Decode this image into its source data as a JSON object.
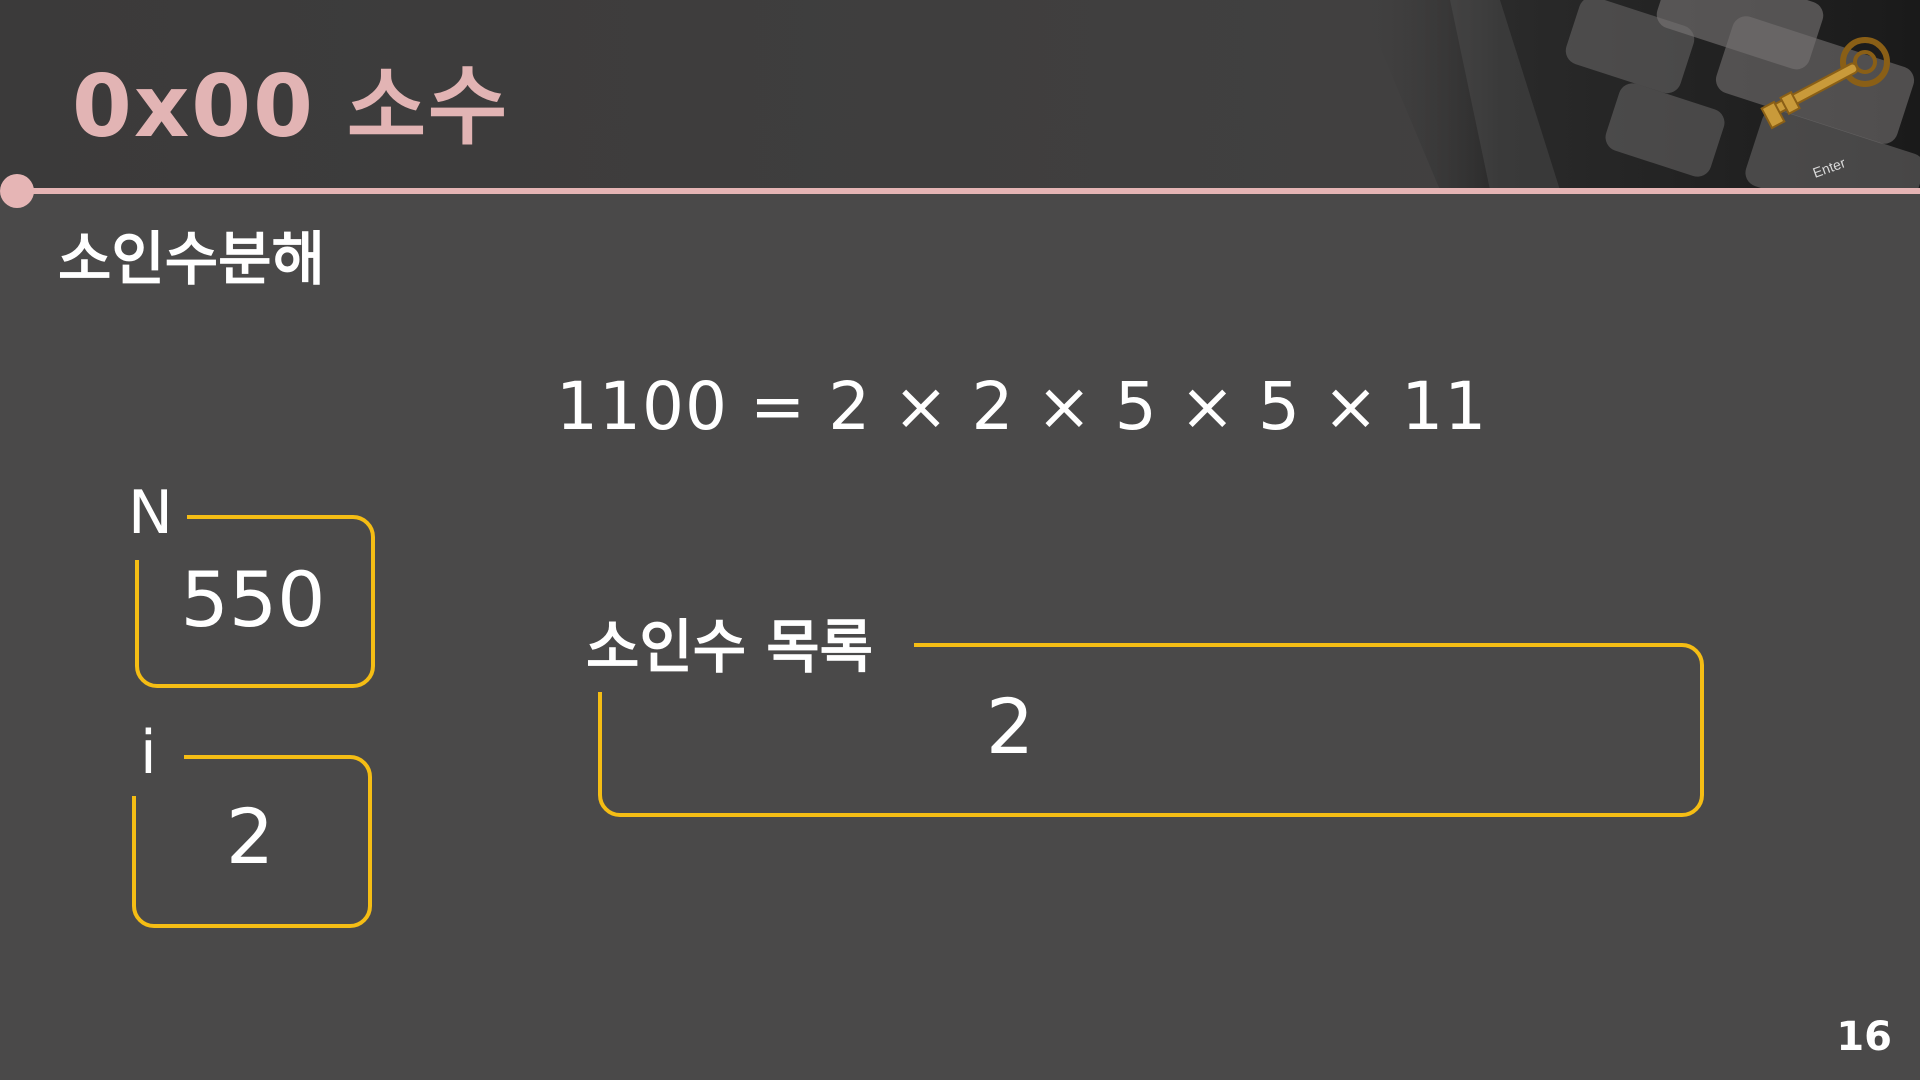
{
  "slide": {
    "title": "0x00  소수",
    "subtitle": "소인수분해",
    "equation": "1100 = 2 × 2 × 5 × 5 × 11",
    "page_number": "16"
  },
  "variables": {
    "n": {
      "label": "N",
      "value": "550"
    },
    "i": {
      "label": "i",
      "value": "2"
    }
  },
  "factor_list": {
    "label": "소인수 목록",
    "value": "2"
  },
  "photo": {
    "key_caption": "Enter"
  },
  "colors": {
    "accent": "#e6b5b5",
    "title": "#e2b4b4",
    "box_border": "#f5bd14",
    "background": "#4a4949"
  }
}
